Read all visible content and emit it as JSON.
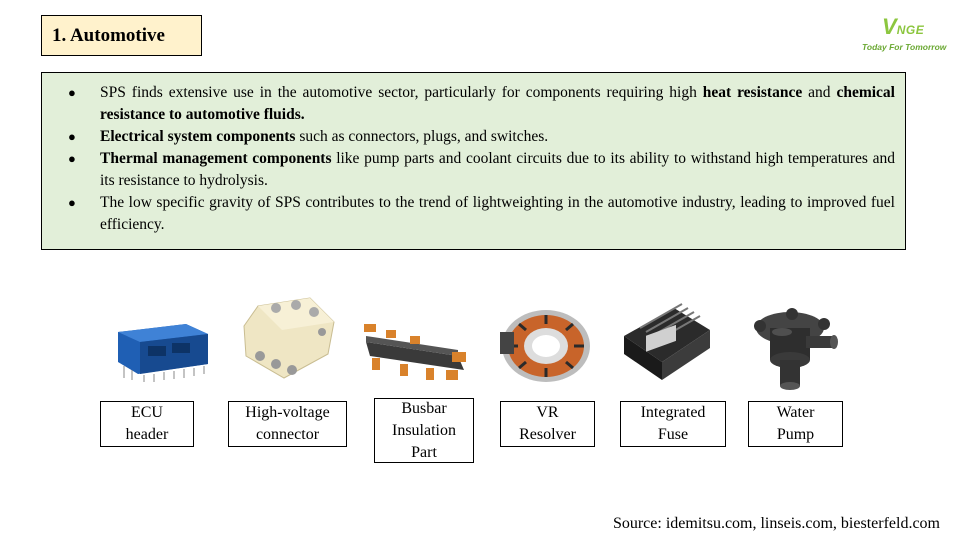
{
  "title": "1. Automotive",
  "logo": {
    "mark_v": "V",
    "mark_rest": "NGE",
    "tagline": "Today For Tomorrow"
  },
  "bullets": [
    {
      "segments": [
        {
          "text": "SPS finds extensive use in the automotive sector, particularly for components requiring high ",
          "bold": false
        },
        {
          "text": "heat resistance",
          "bold": true
        },
        {
          "text": " and ",
          "bold": false
        },
        {
          "text": "chemical resistance to automotive fluids.",
          "bold": true
        }
      ]
    },
    {
      "segments": [
        {
          "text": "Electrical system components",
          "bold": true
        },
        {
          "text": " such as connectors, plugs, and switches.",
          "bold": false
        }
      ]
    },
    {
      "segments": [
        {
          "text": "Thermal management components",
          "bold": true
        },
        {
          "text": " like pump parts and coolant circuits due to its ability to withstand high temperatures and its resistance to hydrolysis.",
          "bold": false
        }
      ]
    },
    {
      "segments": [
        {
          "text": "The low specific gravity of SPS contributes to the trend of lightweighting in the automotive industry, leading to improved fuel efficiency.",
          "bold": false
        }
      ]
    }
  ],
  "parts": [
    {
      "label_lines": [
        "ECU",
        "header"
      ],
      "icon": "ecu-header-icon",
      "color": "#1f5fb4"
    },
    {
      "label_lines": [
        "High-voltage",
        "connector"
      ],
      "icon": "hv-connector-icon",
      "color": "#efe6c4"
    },
    {
      "label_lines": [
        "Busbar",
        "Insulation",
        "Part"
      ],
      "icon": "busbar-icon",
      "color": "#3a3a3a"
    },
    {
      "label_lines": [
        "VR",
        "Resolver"
      ],
      "icon": "resolver-icon",
      "color": "#c8642a"
    },
    {
      "label_lines": [
        "Integrated",
        "Fuse"
      ],
      "icon": "fuse-icon",
      "color": "#2b2b2b"
    },
    {
      "label_lines": [
        "Water",
        "Pump"
      ],
      "icon": "water-pump-icon",
      "color": "#333333"
    }
  ],
  "source": "Source: idemitsu.com, linseis.com, biesterfeld.com"
}
